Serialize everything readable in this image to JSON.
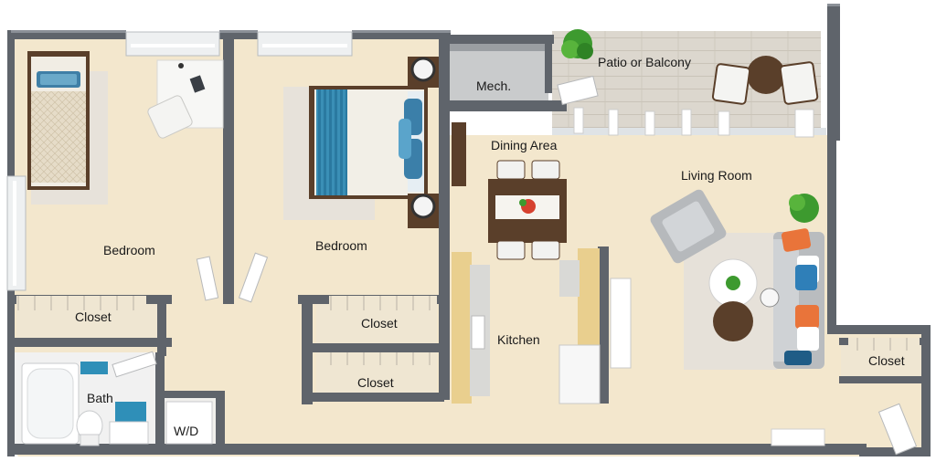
{
  "floorplan": {
    "rooms": {
      "bedroom_left": "Bedroom",
      "bedroom_center": "Bedroom",
      "closet_left": "Closet",
      "closet_center_top": "Closet",
      "closet_center_bottom": "Closet",
      "closet_right": "Closet",
      "bath": "Bath",
      "laundry": "W/D",
      "kitchen": "Kitchen",
      "dining": "Dining Area",
      "living": "Living Room",
      "mech": "Mech.",
      "patio": "Patio or Balcony"
    },
    "colors": {
      "floor": "#f3e7cd",
      "wall": "#5f646b",
      "wall_top": "#8b9097",
      "patio_deck": "#d9d4cb",
      "bath_tile": "#f2f2f2",
      "accent_teal": "#2f8fb8",
      "accent_orange": "#e9743a",
      "plant_green": "#3d9a2f"
    }
  }
}
